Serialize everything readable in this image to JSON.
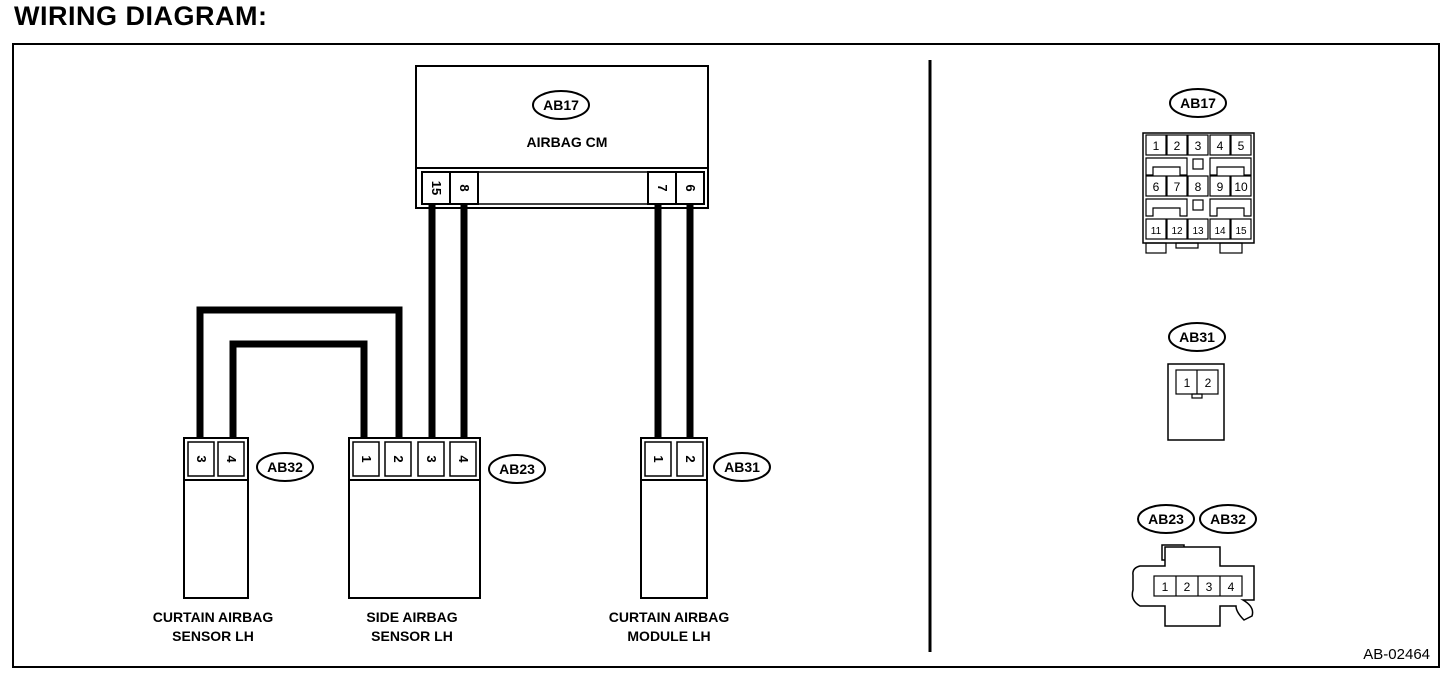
{
  "title": "WIRING DIAGRAM:",
  "airbag_cm": {
    "tag": "AB17",
    "name": "AIRBAG CM",
    "pins": [
      "15",
      "8",
      "7",
      "6"
    ]
  },
  "curtain_sensor": {
    "tag": "AB32",
    "line1": "CURTAIN AIRBAG",
    "line2": "SENSOR LH",
    "pins": [
      "3",
      "4"
    ]
  },
  "side_sensor": {
    "tag": "AB23",
    "line1": "SIDE AIRBAG",
    "line2": "SENSOR LH",
    "pins": [
      "1",
      "2",
      "3",
      "4"
    ]
  },
  "curtain_module": {
    "tag": "AB31",
    "line1": "CURTAIN AIRBAG",
    "line2": "MODULE LH",
    "pins": [
      "1",
      "2"
    ]
  },
  "connector_ab17": {
    "tag": "AB17",
    "row1": [
      "1",
      "2",
      "3",
      "4",
      "5"
    ],
    "row2": [
      "6",
      "7",
      "8",
      "9",
      "10"
    ],
    "row3": [
      "11",
      "12",
      "13",
      "14",
      "15"
    ]
  },
  "connector_ab31": {
    "tag": "AB31",
    "pins": [
      "1",
      "2"
    ]
  },
  "connector_ab23_ab32": {
    "tags": [
      "AB23",
      "AB32"
    ],
    "pins": [
      "1",
      "2",
      "3",
      "4"
    ]
  },
  "figure_code": "AB-02464"
}
